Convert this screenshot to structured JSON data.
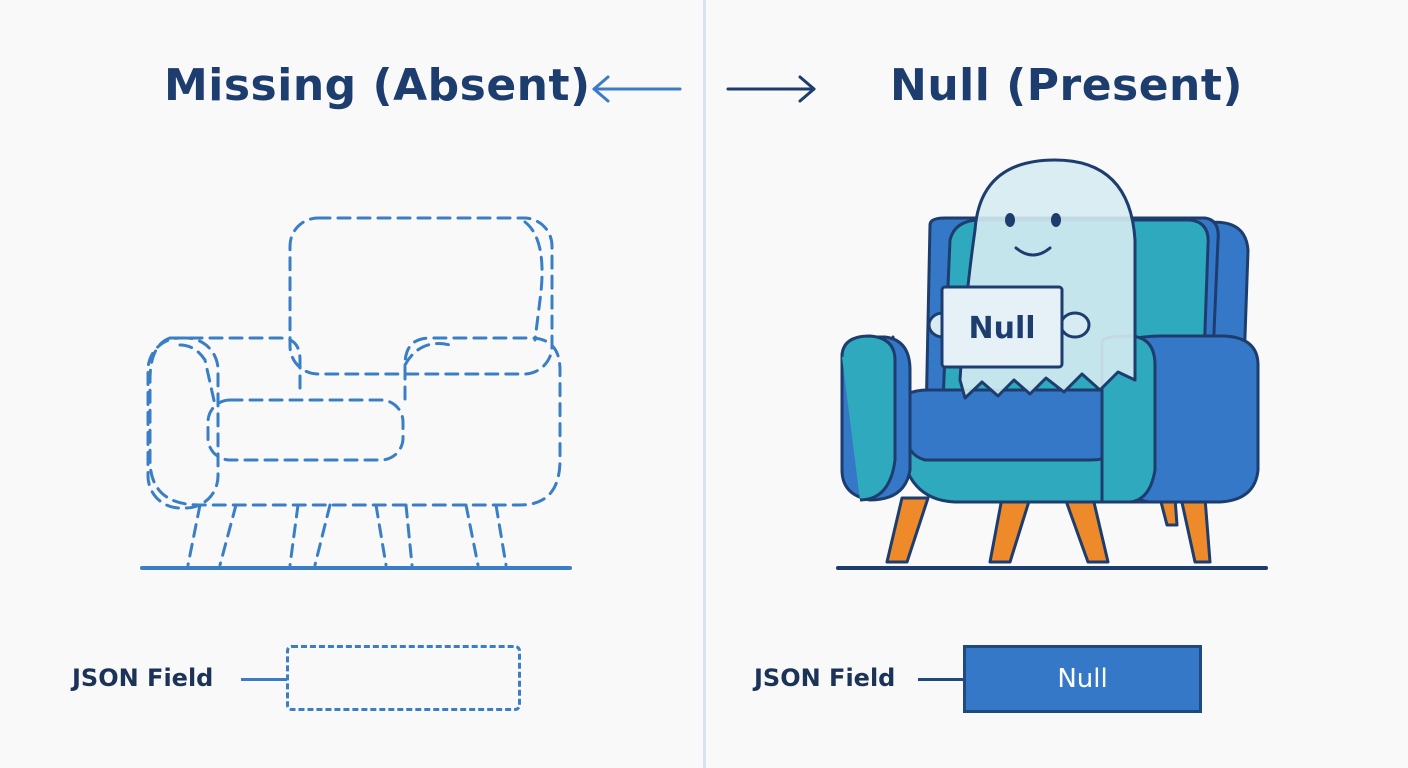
{
  "left_panel": {
    "title": "Missing (Absent)",
    "field_label": "JSON Field"
  },
  "right_panel": {
    "title": "Null (Present)",
    "sign_text": "Null",
    "field_label": "JSON Field",
    "field_value": "Null"
  },
  "colors": {
    "title": "#1d3d6e",
    "dashed_outline": "#3a7ec6",
    "chair_blue": "#3578c8",
    "chair_teal": "#31aec0",
    "chair_legs": "#ef8a2a",
    "ghost": "#d6ebf2",
    "divider": "#d9e3ee"
  },
  "icons": {
    "left_arrow": "arrow-left-icon",
    "right_arrow": "arrow-right-icon",
    "missing_chair": "dashed-armchair-icon",
    "null_chair": "armchair-icon",
    "ghost": "ghost-icon"
  }
}
